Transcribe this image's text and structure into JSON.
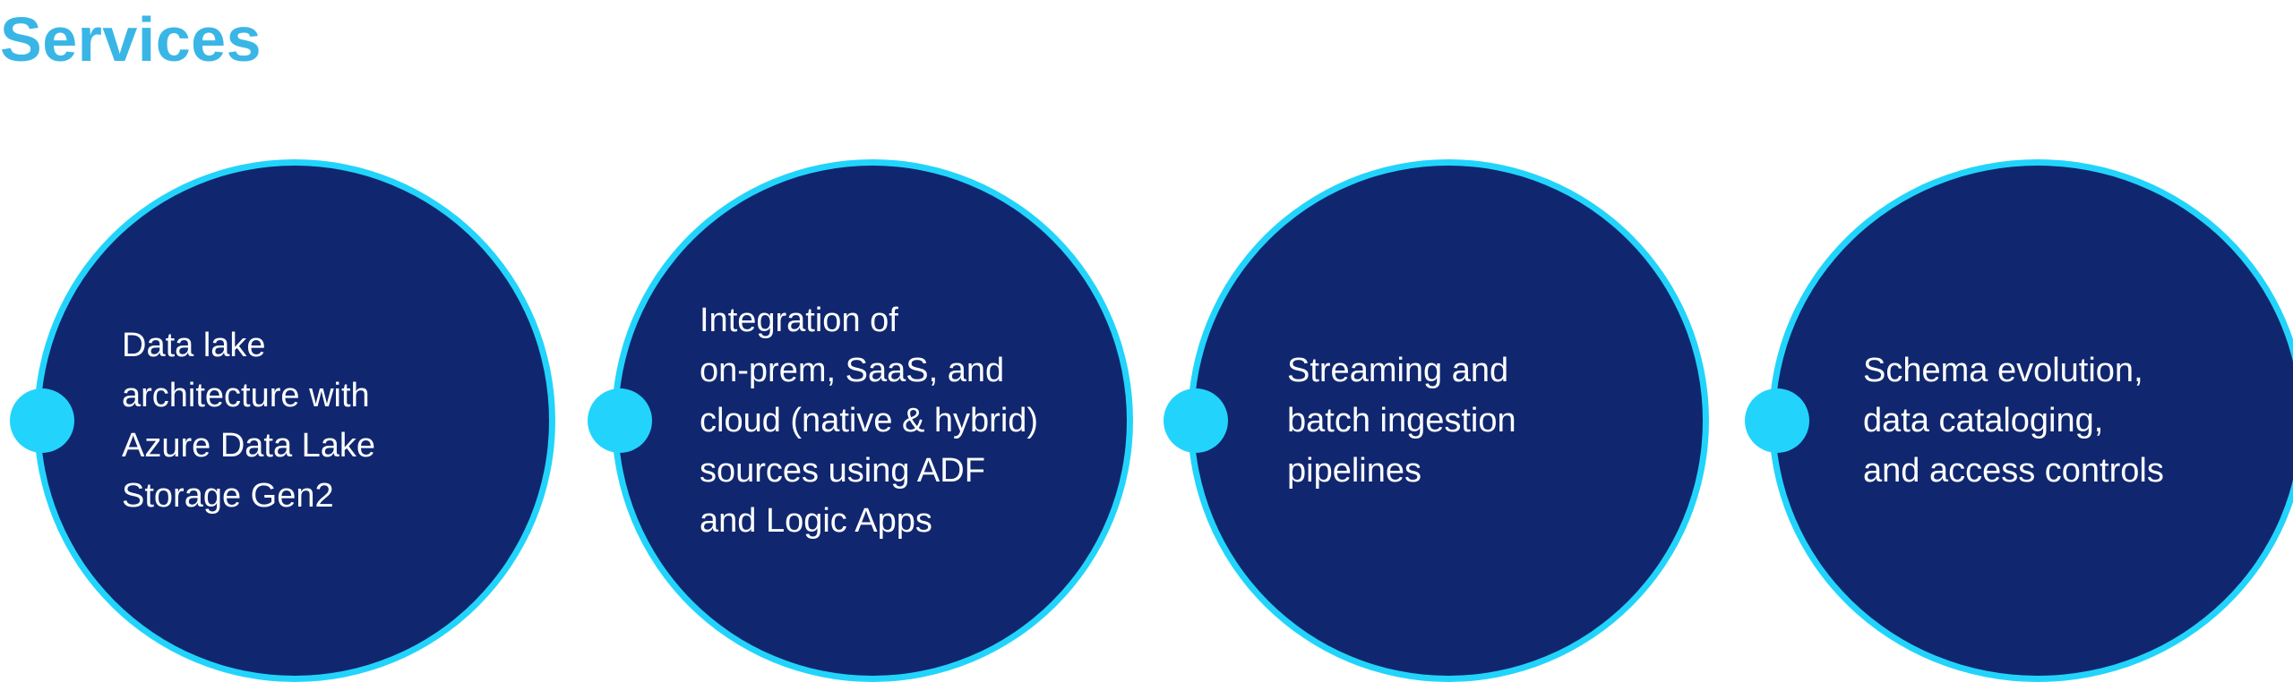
{
  "page": {
    "title": "Services"
  },
  "colors": {
    "title": "#39b6e6",
    "circle_fill": "#10276f",
    "circle_border": "#22d4fb",
    "dot": "#22d4fb",
    "text": "#ffffff"
  },
  "services": [
    {
      "lines": [
        "Data lake",
        "architecture with",
        "Azure Data Lake",
        "Storage Gen2"
      ]
    },
    {
      "lines": [
        "Integration of",
        "on-prem, SaaS, and",
        "cloud (native & hybrid)",
        "sources using ADF",
        "and Logic Apps"
      ]
    },
    {
      "lines": [
        "Streaming and",
        "batch ingestion",
        "pipelines"
      ]
    },
    {
      "lines": [
        "Schema evolution,",
        "data cataloging,",
        "and access controls"
      ]
    }
  ]
}
